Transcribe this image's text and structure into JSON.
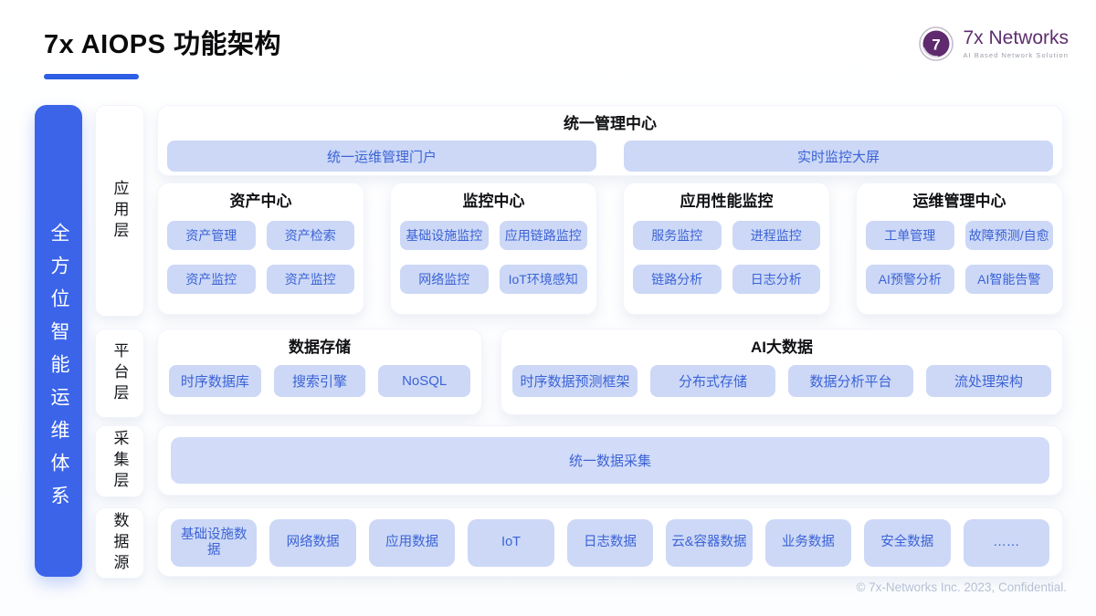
{
  "header": {
    "title": "7x AIOPS 功能架构"
  },
  "logo": {
    "glyph": "7",
    "name": "7x Networks",
    "tagline": "AI Based Network Solution"
  },
  "side_banner": {
    "text": "全方位智能运维体系"
  },
  "layers": [
    {
      "label": "应用层"
    },
    {
      "label": "平台层"
    },
    {
      "label": "采集层"
    },
    {
      "label": "数据源"
    }
  ],
  "unified": {
    "title": "统一管理中心",
    "buttons": [
      "统一运维管理门户",
      "实时监控大屏"
    ]
  },
  "centers": [
    {
      "title": "资产中心",
      "buttons": [
        "资产管理",
        "资产检索",
        "资产监控",
        "资产监控"
      ]
    },
    {
      "title": "监控中心",
      "buttons": [
        "基础设施监控",
        "应用链路监控",
        "网络监控",
        "IoT环境感知"
      ]
    },
    {
      "title": "应用性能监控",
      "buttons": [
        "服务监控",
        "进程监控",
        "链路分析",
        "日志分析"
      ]
    },
    {
      "title": "运维管理中心",
      "buttons": [
        "工单管理",
        "故障预测/自愈",
        "AI预警分析",
        "AI智能告警"
      ]
    }
  ],
  "platform": [
    {
      "title": "数据存储",
      "buttons": [
        "时序数据库",
        "搜索引擎",
        "NoSQL"
      ]
    },
    {
      "title": "AI大数据",
      "buttons": [
        "时序数据预测框架",
        "分布式存储",
        "数据分析平台",
        "流处理架构"
      ]
    }
  ],
  "collection": {
    "button": "统一数据采集"
  },
  "datasources": [
    "基础设施数据",
    "网络数据",
    "应用数据",
    "IoT",
    "日志数据",
    "云&容器数据",
    "业务数据",
    "安全数据",
    "……"
  ],
  "footer": {
    "text": "© 7x-Networks Inc. 2023, Confidential."
  },
  "colors": {
    "accent_blue": "#2d5fe4",
    "banner_blue": "#3b64e9",
    "chip_bg": "#ccd8f6",
    "chip_text": "#3c63d6",
    "logo_purple": "#5d2e6e"
  }
}
